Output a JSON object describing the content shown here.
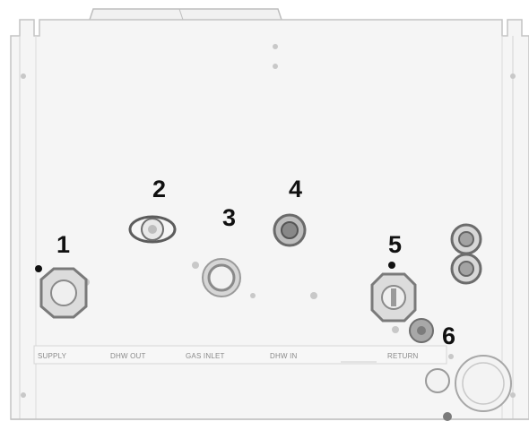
{
  "callouts": [
    {
      "id": "1",
      "label": "1"
    },
    {
      "id": "2",
      "label": "2"
    },
    {
      "id": "3",
      "label": "3"
    },
    {
      "id": "4",
      "label": "4"
    },
    {
      "id": "5",
      "label": "5"
    },
    {
      "id": "6",
      "label": "6"
    }
  ],
  "strip_labels": {
    "supply": "SUPPLY",
    "dhw_out": "DHW OUT",
    "gas_inlet": "GAS INLET",
    "dhw_in": "DHW IN",
    "return": "RETURN"
  },
  "colors": {
    "panel_fill": "#f4f4f4",
    "panel_edge": "#c9c9c9",
    "fitting_dark": "#6f6f6f",
    "fitting_light": "#b5b5b5",
    "callout_text": "#111111"
  }
}
